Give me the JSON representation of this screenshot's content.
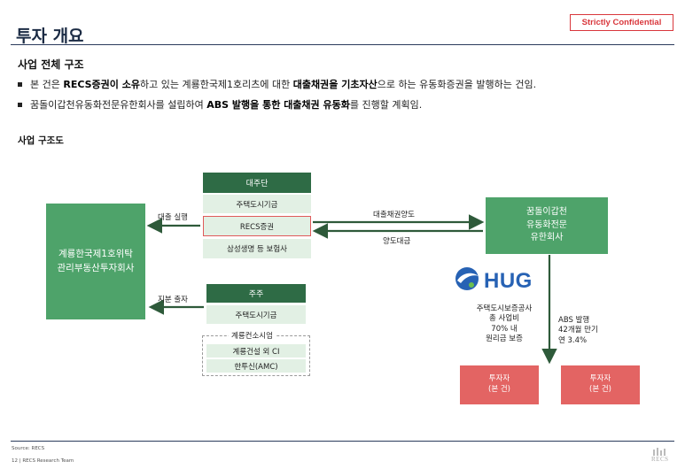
{
  "header": {
    "title": "투자 개요",
    "confidential": "Strictly Confidential"
  },
  "overview": {
    "section_title": "사업 전체 구조",
    "bullets": [
      {
        "parts": [
          {
            "text": "본 건은 ",
            "bold": false
          },
          {
            "text": "RECS증권이 소유",
            "bold": true
          },
          {
            "text": "하고 있는 계룡한국제1호리츠에 대한 ",
            "bold": false
          },
          {
            "text": "대출채권을 기초자산",
            "bold": true
          },
          {
            "text": "으로 하는 유동화증권을 발행하는 건임.",
            "bold": false
          }
        ]
      },
      {
        "parts": [
          {
            "text": "꿈돌이갑천유동화전문유한회사를 설립하여 ",
            "bold": false
          },
          {
            "text": "ABS 발행을 통한 대출채권 유동화",
            "bold": true
          },
          {
            "text": "를 진행할 계획임.",
            "bold": false
          }
        ]
      }
    ]
  },
  "diagram": {
    "title": "사업 구조도",
    "left_entity": "계룡한국제1호위탁\n관리부동산투자회사",
    "lender_group": {
      "header": "대주단",
      "rows": [
        "주택도시기금",
        "RECS증권",
        "삼성생명 등 보험사"
      ],
      "highlighted": "RECS증권"
    },
    "shareholder_group": {
      "header": "주주",
      "rows": [
        "주택도시기금"
      ],
      "consortium_label": "계룡컨소시엄",
      "consortium_rows": [
        "계룡건설 외 CI",
        "한투신(AMC)"
      ]
    },
    "arrows": {
      "loan": "대출 실행",
      "equity": "지분 출자",
      "transfer": "대출채권양도",
      "payment": "양도대금"
    },
    "spc": "꿈돌이갑천\n유동화전문\n유한회사",
    "hug": {
      "logo_text": "HUG",
      "guarantee": "주택도시보증공사\n총 사업비\n70% 내\n원리금 보증"
    },
    "abs": "ABS 발행\n42개월 만기\n연 3.4%",
    "investors": [
      "투자자\n(본 건)",
      "투자자\n(본 건)"
    ]
  },
  "footer": {
    "source": "Source: RECS",
    "page": "12 | RECS Research Team",
    "logo": "RECS"
  },
  "colors": {
    "green": "#4ea36a",
    "dark_green": "#2e6b45",
    "light_green": "#e2f0e4",
    "red": "#e36463",
    "navy": "#1b2b44",
    "hug_blue": "#2762b4"
  }
}
